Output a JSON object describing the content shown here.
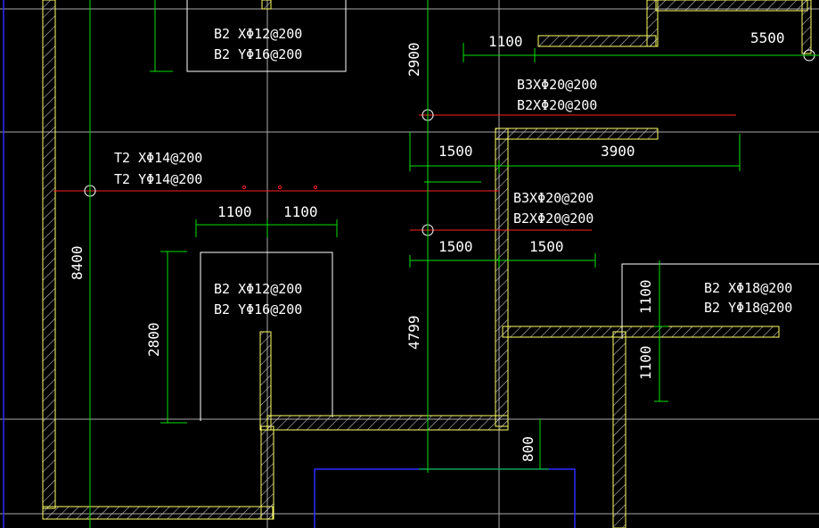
{
  "colors": {
    "background": "#000000",
    "grid": "#c8c8c8",
    "wall": "#ffff66",
    "hatch": "#d9d9d9",
    "dimension": "#00e000",
    "axis_red": "#ff2020",
    "text": "#ffffff",
    "blue": "#2a2aff"
  },
  "slab_labels": [
    {
      "line1": "B2 XΦ12@200",
      "line2": "B2 YΦ16@200"
    },
    {
      "line1": "T2 XΦ14@200",
      "line2": "T2 YΦ14@200"
    },
    {
      "line1": "B3XΦ20@200",
      "line2": "B2XΦ20@200"
    },
    {
      "line1": "B3XΦ20@200",
      "line2": "B2XΦ20@200"
    },
    {
      "line1": "B2 XΦ12@200",
      "line2": "B2 YΦ16@200"
    },
    {
      "line1": "B2 XΦ18@200",
      "line2": "B2 YΦ18@200"
    }
  ],
  "dimensions": {
    "top_1100": "1100",
    "top_5500": "5500",
    "vert_2900": "2900",
    "mid_1500_a": "1500",
    "mid_3900": "3900",
    "left_1100_a": "1100",
    "left_1100_b": "1100",
    "mid_1500_b": "1500",
    "mid_1500_c": "1500",
    "vert_8400": "8400",
    "vert_2800": "2800",
    "vert_4799": "4799",
    "right_1100_a": "1100",
    "right_1100_b": "1100",
    "vert_800": "800"
  }
}
